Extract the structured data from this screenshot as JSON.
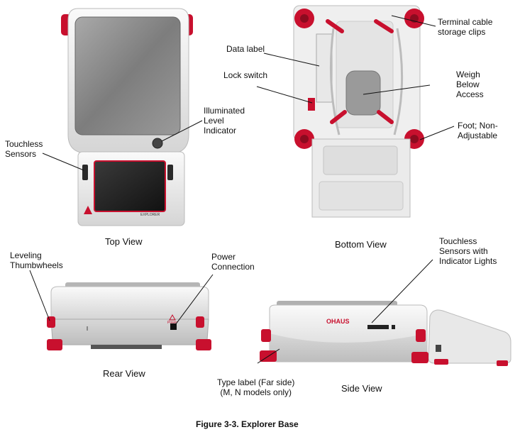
{
  "figure": {
    "caption": "Figure 3-3. Explorer Base"
  },
  "views": {
    "top": {
      "title": "Top View",
      "labels": {
        "illuminated_level": "Illuminated\nLevel\nIndicator",
        "touchless_sensors": "Touchless\nSensors"
      },
      "brand_text": "EXPLORER"
    },
    "bottom": {
      "title": "Bottom View",
      "labels": {
        "terminal_cable": "Terminal cable\nstorage clips",
        "data_label": "Data label",
        "lock_switch": "Lock switch",
        "weigh_below": "Weigh\nBelow\nAccess",
        "foot": "Foot; Non-\nAdjustable"
      }
    },
    "rear": {
      "title": "Rear View",
      "labels": {
        "leveling": "Leveling\nThumbwheels",
        "power": "Power\nConnection"
      },
      "power_marking": "Power"
    },
    "side": {
      "title": "Side View",
      "labels": {
        "touchless_lights": "Touchless\nSensors with\nIndicator Lights",
        "type_label": "Type label (Far side)\n(M, N models only)"
      },
      "brand_text": "OHAUS"
    }
  },
  "colors": {
    "accent_red": "#c8102e",
    "body_white": "#f3f3f3",
    "body_gray": "#d9d9d9",
    "pan_gray": "#8a8a8a"
  }
}
